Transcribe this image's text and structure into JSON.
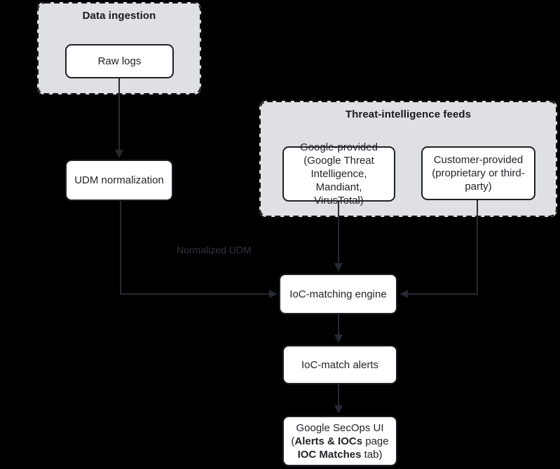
{
  "colors": {
    "background": "#000000",
    "container_fill": "#dfe0e3",
    "container_border": "#121417",
    "title_text": "#17191d",
    "node_fill": "#ffffff",
    "node_border": "#1e2126",
    "node_text": "#1f2227",
    "arrow": "#262a32",
    "edge_label": "#2f3540"
  },
  "groups": {
    "data_ingestion": {
      "title": "Data ingestion"
    },
    "threat_feeds": {
      "title": "Threat-intelligence feeds"
    }
  },
  "nodes": {
    "raw_logs": {
      "label": "Raw logs"
    },
    "udm_normalization": {
      "label": "UDM normalization"
    },
    "google_provided": {
      "label": "Google-provided\n(Google Threat\nIntelligence, Mandiant,\nVirusTotal)"
    },
    "customer_provided": {
      "label": "Customer-provided\n(proprietary or third-\nparty)"
    },
    "ioc_matching_engine": {
      "label": "IoC-matching engine"
    },
    "ioc_match_alerts": {
      "label": "IoC-match alerts"
    },
    "secops_ui": {
      "line1": "Google SecOps UI",
      "line2_pre": "(",
      "line2_bold": "Alerts & IOCs",
      "line2_post": " page",
      "line3_bold": "IOC Matches",
      "line3_post": " tab)"
    }
  },
  "edges": {
    "normalized_udm_label": "Normalized UDM"
  }
}
